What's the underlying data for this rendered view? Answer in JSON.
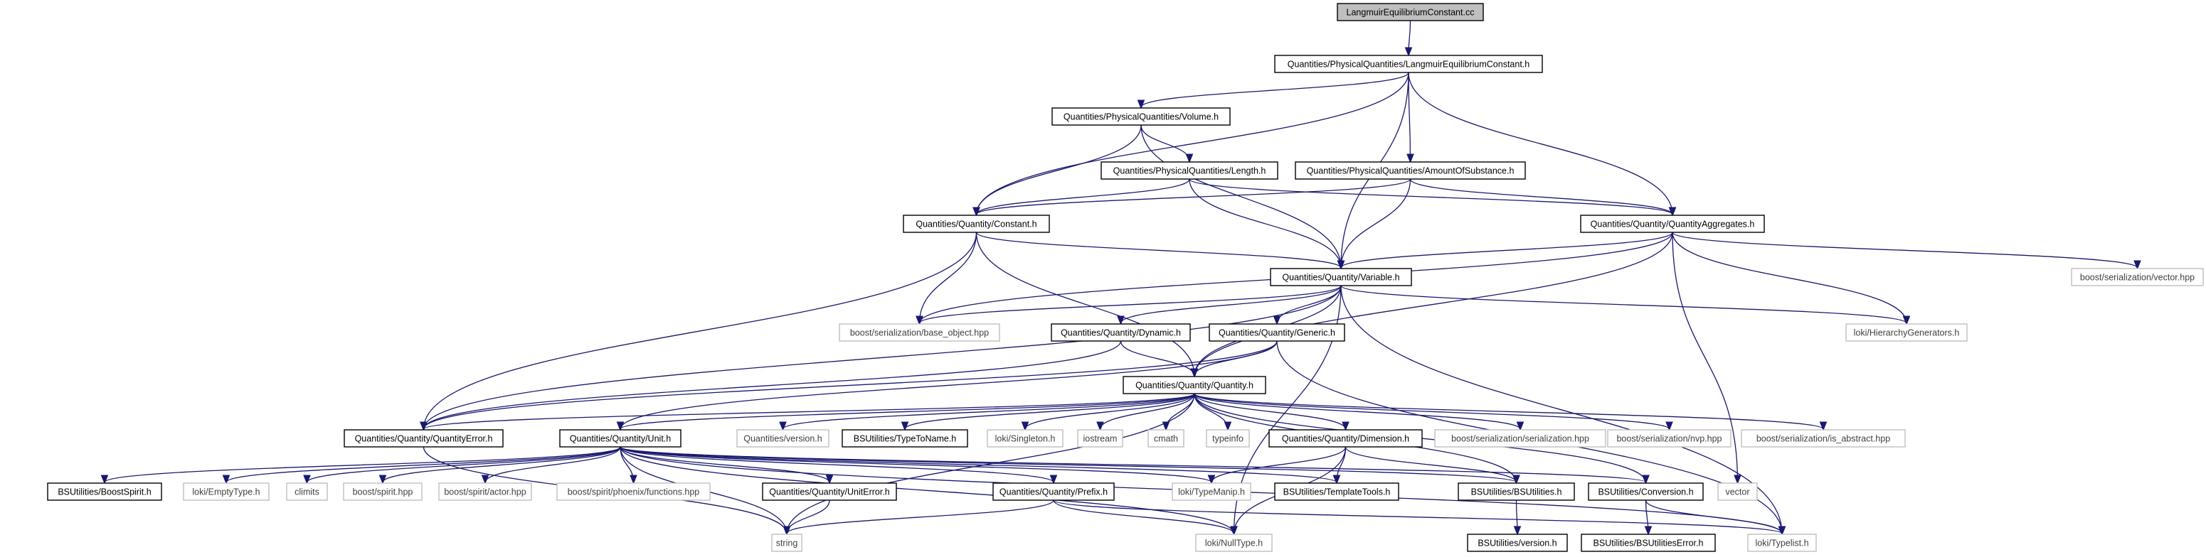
{
  "diagram": {
    "root": "LangmuirEquilibriumConstant.cc",
    "nodes": {
      "root": {
        "label": "LangmuirEquilibriumConstant.cc",
        "style": "root"
      },
      "lec_h": {
        "label": "Quantities/PhysicalQuantities/LangmuirEquilibriumConstant.h",
        "style": "documented"
      },
      "volume_h": {
        "label": "Quantities/PhysicalQuantities/Volume.h",
        "style": "documented"
      },
      "length_h": {
        "label": "Quantities/PhysicalQuantities/Length.h",
        "style": "documented"
      },
      "aos_h": {
        "label": "Quantities/PhysicalQuantities/AmountOfSubstance.h",
        "style": "documented"
      },
      "constant_h": {
        "label": "Quantities/Quantity/Constant.h",
        "style": "documented"
      },
      "aggregates_h": {
        "label": "Quantities/Quantity/QuantityAggregates.h",
        "style": "documented"
      },
      "serial_vector": {
        "label": "boost/serialization/vector.hpp",
        "style": "external"
      },
      "variable_h": {
        "label": "Quantities/Quantity/Variable.h",
        "style": "documented"
      },
      "base_object": {
        "label": "boost/serialization/base_object.hpp",
        "style": "external"
      },
      "dynamic_h": {
        "label": "Quantities/Quantity/Dynamic.h",
        "style": "documented"
      },
      "generic_h": {
        "label": "Quantities/Quantity/Generic.h",
        "style": "documented"
      },
      "hiergen": {
        "label": "loki/HierarchyGenerators.h",
        "style": "external"
      },
      "quantity_h": {
        "label": "Quantities/Quantity/Quantity.h",
        "style": "documented"
      },
      "qerror_h": {
        "label": "Quantities/Quantity/QuantityError.h",
        "style": "documented"
      },
      "unit_h": {
        "label": "Quantities/Quantity/Unit.h",
        "style": "documented"
      },
      "version_h": {
        "label": "Quantities/version.h",
        "style": "external"
      },
      "typetoname_h": {
        "label": "BSUtilities/TypeToName.h",
        "style": "documented"
      },
      "singleton": {
        "label": "loki/Singleton.h",
        "style": "external"
      },
      "iostream": {
        "label": "iostream",
        "style": "external"
      },
      "cmath": {
        "label": "cmath",
        "style": "external"
      },
      "typeinfo": {
        "label": "typeinfo",
        "style": "external"
      },
      "dimension_h": {
        "label": "Quantities/Quantity/Dimension.h",
        "style": "documented"
      },
      "serialization_hpp": {
        "label": "boost/serialization/serialization.hpp",
        "style": "external"
      },
      "nvp_hpp": {
        "label": "boost/serialization/nvp.hpp",
        "style": "external"
      },
      "is_abstract": {
        "label": "boost/serialization/is_abstract.hpp",
        "style": "external"
      },
      "boostspirit_h": {
        "label": "BSUtilities/BoostSpirit.h",
        "style": "documented"
      },
      "emptytype": {
        "label": "loki/EmptyType.h",
        "style": "external"
      },
      "climits": {
        "label": "climits",
        "style": "external"
      },
      "spirit_hpp": {
        "label": "boost/spirit.hpp",
        "style": "external"
      },
      "actor_hpp": {
        "label": "boost/spirit/actor.hpp",
        "style": "external"
      },
      "phoenix_fn": {
        "label": "boost/spirit/phoenix/functions.hpp",
        "style": "external"
      },
      "uniterror_h": {
        "label": "Quantities/Quantity/UnitError.h",
        "style": "documented"
      },
      "prefix_h": {
        "label": "Quantities/Quantity/Prefix.h",
        "style": "documented"
      },
      "typemanip": {
        "label": "loki/TypeManip.h",
        "style": "external"
      },
      "templatetools_h": {
        "label": "BSUtilities/TemplateTools.h",
        "style": "documented"
      },
      "bsutilities_h": {
        "label": "BSUtilities/BSUtilities.h",
        "style": "documented"
      },
      "conversion_h": {
        "label": "BSUtilities/Conversion.h",
        "style": "documented"
      },
      "vector": {
        "label": "vector",
        "style": "external"
      },
      "string": {
        "label": "string",
        "style": "external"
      },
      "nulltype": {
        "label": "loki/NullType.h",
        "style": "external"
      },
      "typelist": {
        "label": "loki/Typelist.h",
        "style": "external"
      },
      "bsversion_h": {
        "label": "BSUtilities/version.h",
        "style": "documented"
      },
      "bserror_h": {
        "label": "BSUtilities/BSUtilitiesError.h",
        "style": "documented"
      }
    },
    "edges": [
      [
        "root",
        "lec_h"
      ],
      [
        "lec_h",
        "volume_h"
      ],
      [
        "lec_h",
        "aos_h"
      ],
      [
        "lec_h",
        "constant_h"
      ],
      [
        "lec_h",
        "aggregates_h"
      ],
      [
        "lec_h",
        "variable_h"
      ],
      [
        "volume_h",
        "length_h"
      ],
      [
        "volume_h",
        "constant_h"
      ],
      [
        "volume_h",
        "variable_h"
      ],
      [
        "length_h",
        "constant_h"
      ],
      [
        "length_h",
        "variable_h"
      ],
      [
        "length_h",
        "aggregates_h"
      ],
      [
        "aos_h",
        "constant_h"
      ],
      [
        "aos_h",
        "variable_h"
      ],
      [
        "aos_h",
        "aggregates_h"
      ],
      [
        "constant_h",
        "variable_h"
      ],
      [
        "constant_h",
        "base_object"
      ],
      [
        "constant_h",
        "quantity_h"
      ],
      [
        "constant_h",
        "qerror_h"
      ],
      [
        "aggregates_h",
        "variable_h"
      ],
      [
        "aggregates_h",
        "base_object"
      ],
      [
        "aggregates_h",
        "serial_vector"
      ],
      [
        "aggregates_h",
        "hiergen"
      ],
      [
        "aggregates_h",
        "quantity_h"
      ],
      [
        "aggregates_h",
        "vector"
      ],
      [
        "variable_h",
        "base_object"
      ],
      [
        "variable_h",
        "dynamic_h"
      ],
      [
        "variable_h",
        "generic_h"
      ],
      [
        "variable_h",
        "quantity_h"
      ],
      [
        "variable_h",
        "hiergen"
      ],
      [
        "variable_h",
        "qerror_h"
      ],
      [
        "variable_h",
        "typelist"
      ],
      [
        "variable_h",
        "nulltype"
      ],
      [
        "dynamic_h",
        "quantity_h"
      ],
      [
        "dynamic_h",
        "qerror_h"
      ],
      [
        "generic_h",
        "quantity_h"
      ],
      [
        "generic_h",
        "qerror_h"
      ],
      [
        "generic_h",
        "unit_h"
      ],
      [
        "generic_h",
        "typelist"
      ],
      [
        "quantity_h",
        "qerror_h"
      ],
      [
        "quantity_h",
        "unit_h"
      ],
      [
        "quantity_h",
        "version_h"
      ],
      [
        "quantity_h",
        "typetoname_h"
      ],
      [
        "quantity_h",
        "singleton"
      ],
      [
        "quantity_h",
        "iostream"
      ],
      [
        "quantity_h",
        "cmath"
      ],
      [
        "quantity_h",
        "typeinfo"
      ],
      [
        "quantity_h",
        "dimension_h"
      ],
      [
        "quantity_h",
        "serialization_hpp"
      ],
      [
        "quantity_h",
        "nvp_hpp"
      ],
      [
        "quantity_h",
        "is_abstract"
      ],
      [
        "quantity_h",
        "bsutilities_h"
      ],
      [
        "quantity_h",
        "conversion_h"
      ],
      [
        "quantity_h",
        "string"
      ],
      [
        "qerror_h",
        "string"
      ],
      [
        "unit_h",
        "boostspirit_h"
      ],
      [
        "unit_h",
        "emptytype"
      ],
      [
        "unit_h",
        "climits"
      ],
      [
        "unit_h",
        "spirit_hpp"
      ],
      [
        "unit_h",
        "actor_hpp"
      ],
      [
        "unit_h",
        "phoenix_fn"
      ],
      [
        "unit_h",
        "uniterror_h"
      ],
      [
        "unit_h",
        "prefix_h"
      ],
      [
        "unit_h",
        "typemanip"
      ],
      [
        "unit_h",
        "templatetools_h"
      ],
      [
        "unit_h",
        "bsutilities_h"
      ],
      [
        "unit_h",
        "conversion_h"
      ],
      [
        "unit_h",
        "string"
      ],
      [
        "unit_h",
        "nulltype"
      ],
      [
        "unit_h",
        "typelist"
      ],
      [
        "dimension_h",
        "typemanip"
      ],
      [
        "dimension_h",
        "templatetools_h"
      ],
      [
        "dimension_h",
        "bsutilities_h"
      ],
      [
        "dimension_h",
        "nulltype"
      ],
      [
        "uniterror_h",
        "string"
      ],
      [
        "prefix_h",
        "string"
      ],
      [
        "prefix_h",
        "nulltype"
      ],
      [
        "prefix_h",
        "typelist"
      ],
      [
        "bsutilities_h",
        "bsversion_h"
      ],
      [
        "conversion_h",
        "bserror_h"
      ],
      [
        "conversion_h",
        "typelist"
      ]
    ]
  }
}
